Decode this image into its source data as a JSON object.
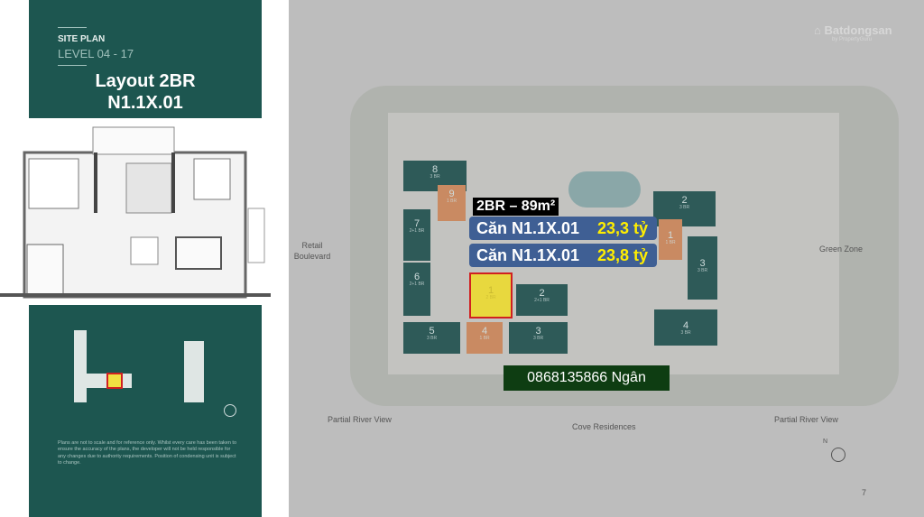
{
  "left_panel": {
    "site_plan": "SITE PLAN",
    "level": "LEVEL 04 - 17",
    "layout_title": "Layout 2BR",
    "unit_code": "N1.1X.01",
    "disclaimer": "Plans are not to scale and for reference only. Whilst every care has been taken to ensure the accuracy of the plans, the developer will not be held responsible for any changes due to authority requirements. Position of condensing unit is subject to change."
  },
  "watermark": {
    "brand": "Batdongsan",
    "sub": "by PropertyGuru"
  },
  "site_plan": {
    "buildings": [
      {
        "num": "8",
        "type": "3 BR"
      },
      {
        "num": "9",
        "type": "1 BR"
      },
      {
        "num": "7",
        "type": "2+1 BR"
      },
      {
        "num": "6",
        "type": "2+1 BR"
      },
      {
        "num": "1",
        "type": "2 BR"
      },
      {
        "num": "2",
        "type": "2+1 BR"
      },
      {
        "num": "5",
        "type": "3 BR"
      },
      {
        "num": "4",
        "type": "1 BR"
      },
      {
        "num": "3",
        "type": "3 BR"
      },
      {
        "num": "2",
        "type": "3 BR"
      },
      {
        "num": "1",
        "type": "1 BR"
      },
      {
        "num": "3",
        "type": "3 BR"
      },
      {
        "num": "4",
        "type": "3 BR"
      }
    ],
    "labels": {
      "retail": "Retail Boulevard",
      "green": "Green Zone",
      "river_left": "Partial River View",
      "cove": "Cove Residences",
      "river_right": "Partial River View",
      "north": "N",
      "page": "7"
    }
  },
  "overlay": {
    "area": "2BR – 89m²",
    "rows": [
      {
        "unit": "Căn N1.1X.01",
        "price": "23,3 tỷ"
      },
      {
        "unit": "Căn N1.1X.01",
        "price": "23,8 tỷ"
      }
    ],
    "contact": "0868135866 Ngân"
  },
  "colors": {
    "teal": "#1d5650",
    "highlight": "#f1e042",
    "price": "#ffee00",
    "row_bg": "#3f5f94",
    "contact_bg": "#0e3d12"
  }
}
